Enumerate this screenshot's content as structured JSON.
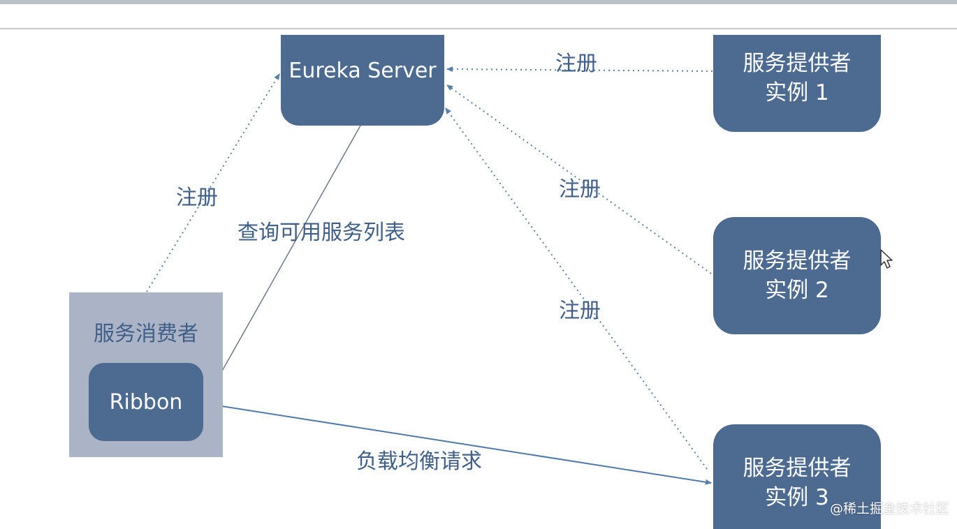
{
  "nodes": {
    "eureka_server": "Eureka Server",
    "provider_1": [
      "服务提供者",
      "实例 1"
    ],
    "provider_2": [
      "服务提供者",
      "实例 2"
    ],
    "provider_3": [
      "服务提供者",
      "实例 3"
    ],
    "consumer": "服务消费者",
    "ribbon": "Ribbon"
  },
  "edge_labels": {
    "register_provider_1": "注册",
    "register_consumer": "注册",
    "register_provider_2": "注册",
    "register_provider_3": "注册",
    "query_service_list": "查询可用服务列表",
    "load_balanced_request": "负载均衡请求"
  },
  "watermark": "@稀土掘金技术社区",
  "colors": {
    "node_fill": "#4d6a91",
    "consumer_fill": "#abb3c6",
    "label_text": "#3f5f88",
    "edge_stroke": "#5a7fa8"
  }
}
